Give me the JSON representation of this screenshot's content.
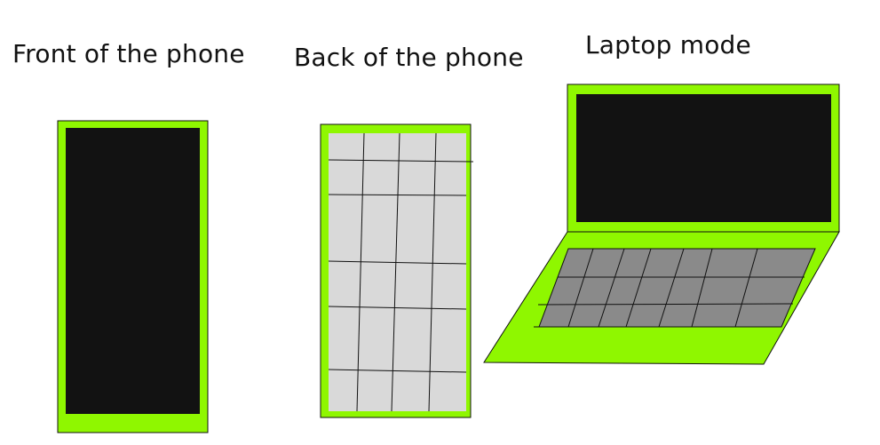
{
  "labels": {
    "front": "Front of the phone",
    "back": "Back of the phone",
    "laptop": "Laptop mode"
  },
  "colors": {
    "frame": "#8ff700",
    "screen": "#121212",
    "back_panel": "#d9d9d9",
    "keyboard": "#8a8a8a",
    "outline": "#111111"
  }
}
